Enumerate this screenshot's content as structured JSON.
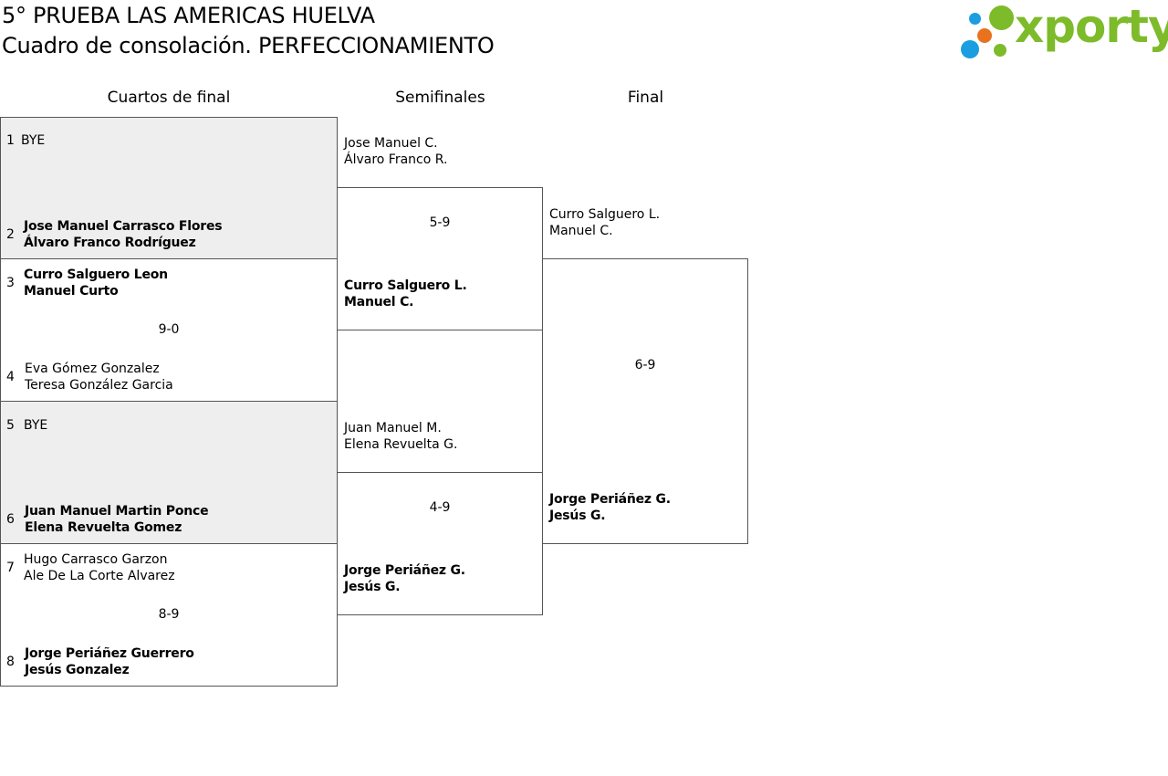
{
  "header": {
    "title_line1": "5° PRUEBA LAS AMERICAS HUELVA",
    "title_line2": "Cuadro de consolación. PERFECCIONAMIENTO",
    "logo_text": "xporty"
  },
  "colors": {
    "logo_green": "#7dbb2a",
    "logo_blue": "#1a9ee0",
    "logo_orange": "#e8731c",
    "shaded_box": "#eeeeee",
    "border": "#555555"
  },
  "rounds": {
    "quarterfinals": "Cuartos de final",
    "semifinals": "Semifinales",
    "final": "Final"
  },
  "quarterfinals": [
    {
      "top": {
        "seed": "1",
        "line1": "BYE",
        "line2": ""
      },
      "bottom": {
        "seed": "2",
        "line1": "Jose Manuel Carrasco Flores",
        "line2": "Álvaro Franco Rodríguez"
      },
      "score": ""
    },
    {
      "top": {
        "seed": "3",
        "line1": "Curro Salguero Leon",
        "line2": "Manuel Curto"
      },
      "bottom": {
        "seed": "4",
        "line1": "Eva Gómez Gonzalez",
        "line2": "Teresa González Garcia"
      },
      "score": "9-0"
    },
    {
      "top": {
        "seed": "5",
        "line1": "BYE",
        "line2": ""
      },
      "bottom": {
        "seed": "6",
        "line1": "Juan Manuel Martin Ponce",
        "line2": "Elena Revuelta Gomez"
      },
      "score": ""
    },
    {
      "top": {
        "seed": "7",
        "line1": "Hugo Carrasco Garzon",
        "line2": "Ale De La Corte Alvarez"
      },
      "bottom": {
        "seed": "8",
        "line1": "Jorge Periáñez Guerrero",
        "line2": "Jesús Gonzalez"
      },
      "score": "8-9"
    }
  ],
  "semifinals": [
    {
      "top": {
        "line1": "Jose Manuel C.",
        "line2": "Álvaro Franco R."
      },
      "bottom": {
        "line1": "Curro Salguero L.",
        "line2": "Manuel C."
      },
      "score": "5-9"
    },
    {
      "top": {
        "line1": "Juan Manuel M.",
        "line2": "Elena Revuelta G."
      },
      "bottom": {
        "line1": "Jorge Periáñez G.",
        "line2": "Jesús G."
      },
      "score": "4-9"
    }
  ],
  "final": {
    "top": {
      "line1": "Curro Salguero L.",
      "line2": "Manuel C."
    },
    "bottom": {
      "line1": "Jorge Periáñez G.",
      "line2": "Jesús G."
    },
    "score": "6-9"
  }
}
